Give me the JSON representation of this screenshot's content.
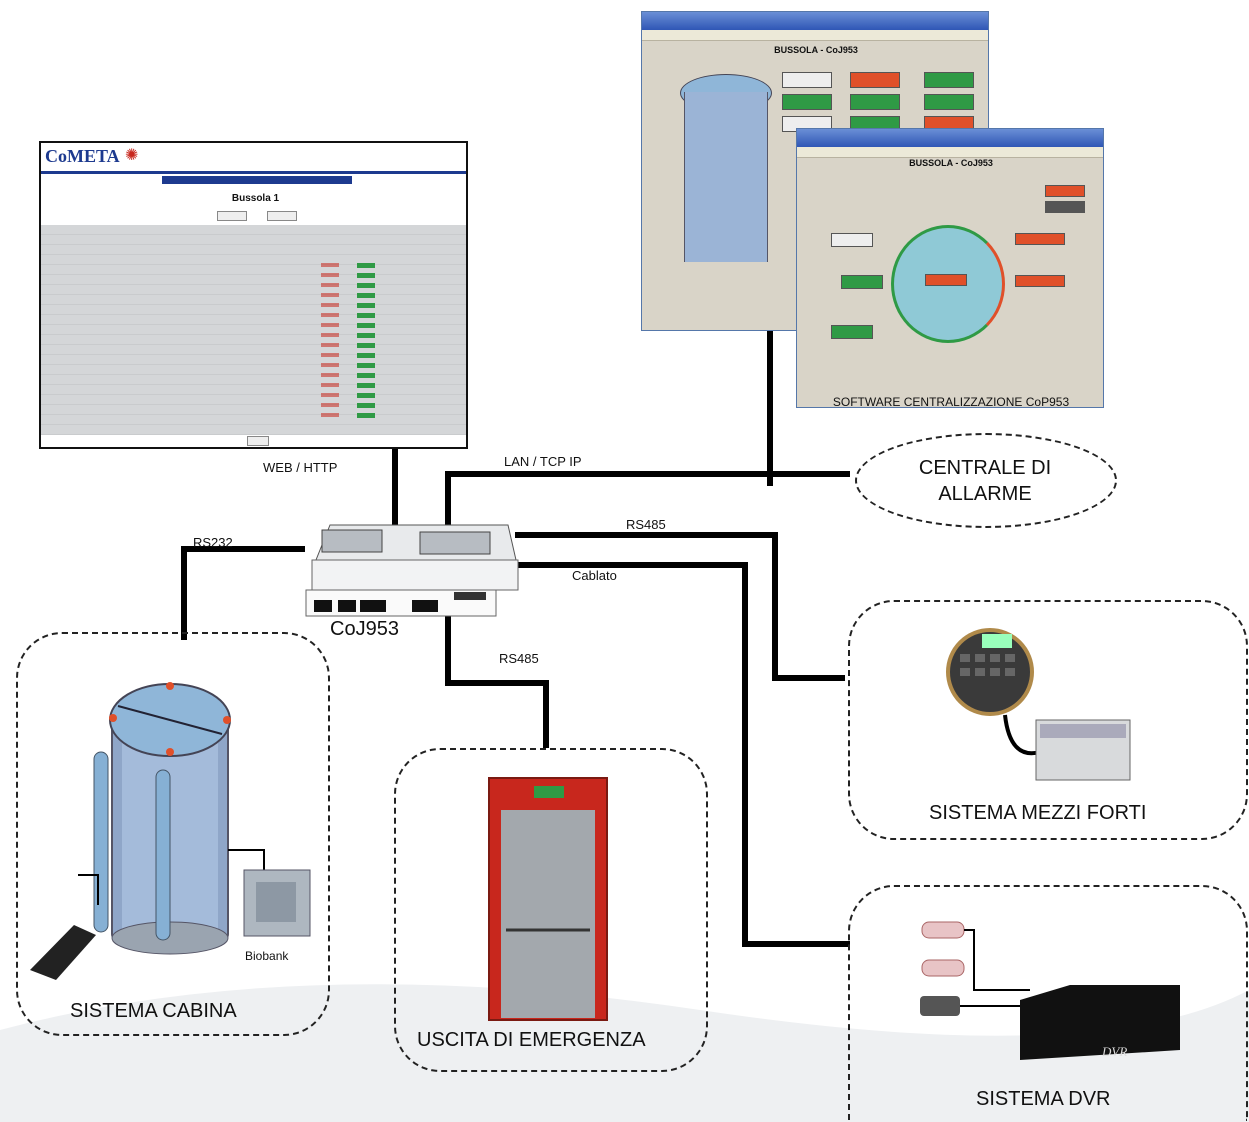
{
  "web_page": {
    "logo": "CoMETA",
    "page_title": "Bussola 1"
  },
  "software_window": {
    "title": "BUSSOLA - CoJ953",
    "caption": "SOFTWARE CENTRALIZZAZIONE CoP953"
  },
  "connections": {
    "web_http": "WEB / HTTP",
    "lan": "LAN / TCP IP",
    "rs232": "RS232",
    "rs485_right": "RS485",
    "cablato": "Cablato",
    "rs485_bottom": "RS485"
  },
  "device": {
    "name": "CoJ953"
  },
  "systems": {
    "allarme": "CENTRALE DI ALLARME",
    "cabina": "SISTEMA CABINA",
    "biobank": "Biobank",
    "emergenza": "USCITA DI EMERGENZA",
    "mezzi_forti": "SISTEMA MEZZI FORTI",
    "dvr": "SISTEMA DVR",
    "dvr_box": "DVR"
  },
  "colors": {
    "line": "#000000",
    "door_frame": "#c8271d",
    "glass": "#8fb6d8",
    "green_btn": "#2f9a45",
    "red_btn": "#e0502a"
  }
}
